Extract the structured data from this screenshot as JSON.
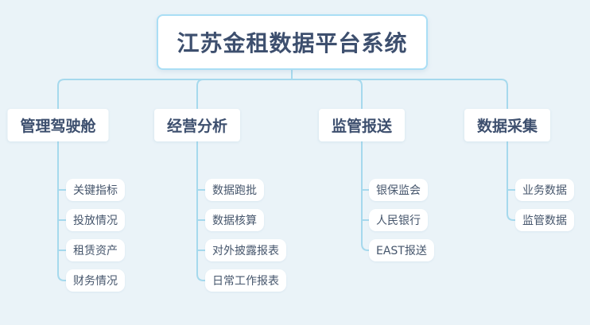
{
  "diagram": {
    "title": "江苏金租数据平台系统",
    "branches": [
      {
        "label": "管理驾驶舱",
        "children": [
          "关键指标",
          "投放情况",
          "租赁资产",
          "财务情况"
        ]
      },
      {
        "label": "经营分析",
        "children": [
          "数据跑批",
          "数据核算",
          "对外披露报表",
          "日常工作报表"
        ]
      },
      {
        "label": "监管报送",
        "children": [
          "银保监会",
          "人民银行",
          "EAST报送"
        ]
      },
      {
        "label": "数据采集",
        "children": [
          "业务数据",
          "监管数据"
        ]
      }
    ],
    "colors": {
      "background": "#eaf3f8",
      "connector": "#a6d9ed",
      "root_border": "#aadef5",
      "node_background": "#ffffff",
      "node_text": "#3d4f6e",
      "child_text": "#46566c"
    }
  }
}
